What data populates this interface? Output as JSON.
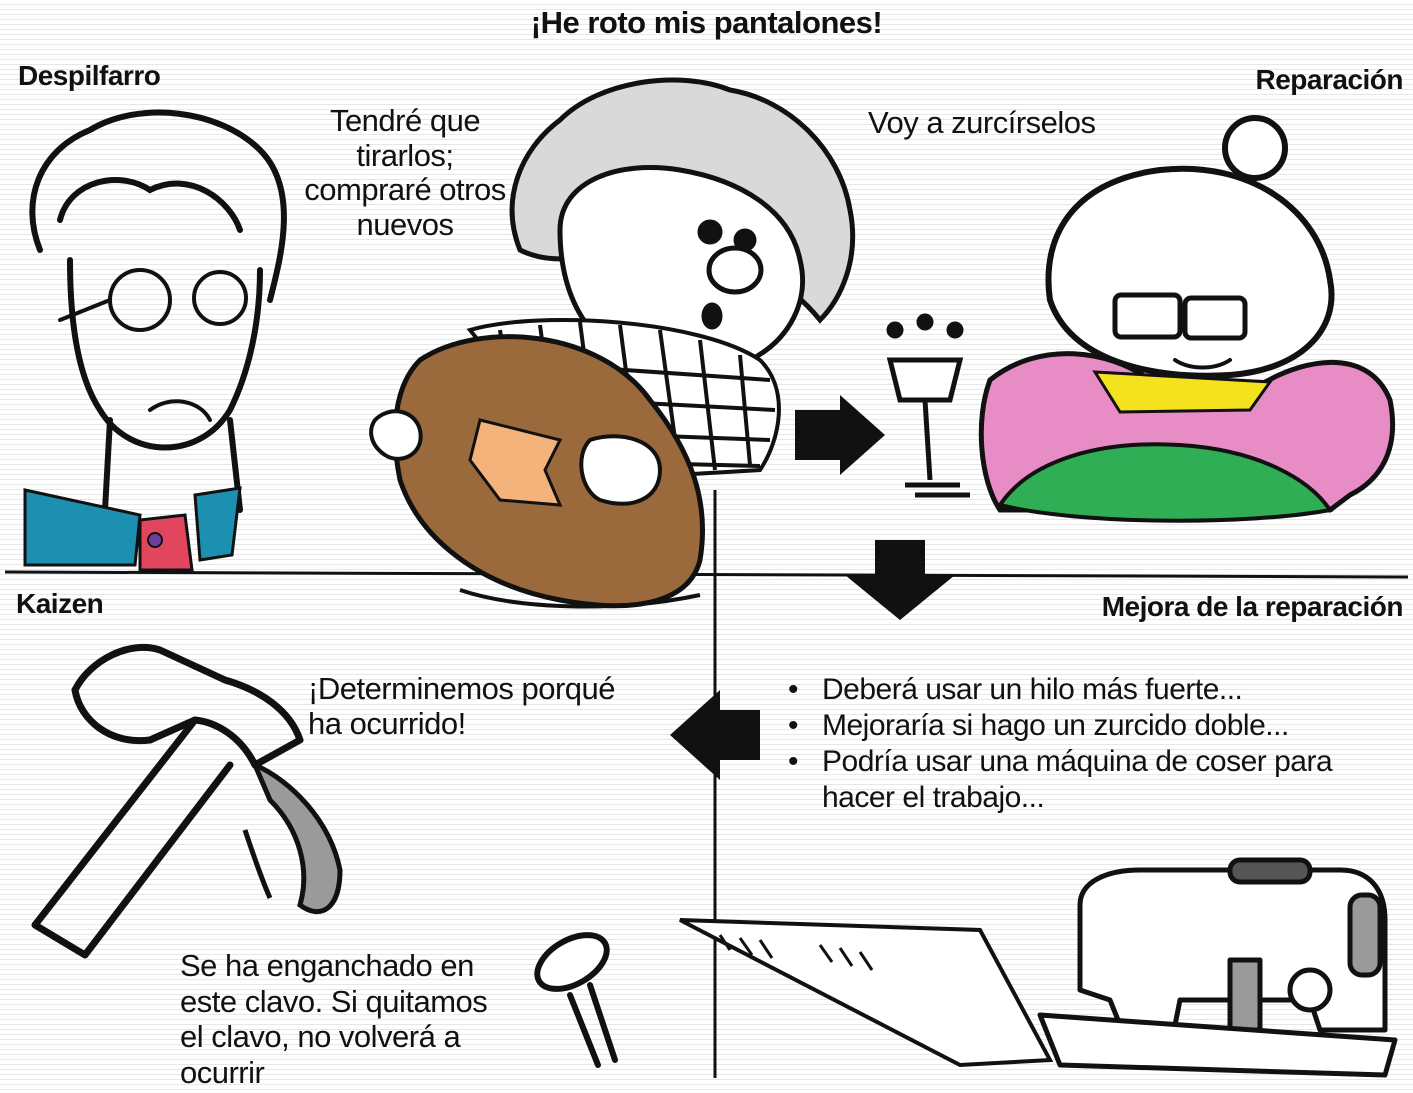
{
  "title": "¡He roto mis pantalones!",
  "quadrants": {
    "top_left": {
      "label": "Despilfarro",
      "speech": "Tendré que tirarlos; compraré otros nuevos"
    },
    "top_right": {
      "label": "Reparación",
      "speech": "Voy a zurcírselos"
    },
    "bottom_right": {
      "label": "Mejora de la reparación",
      "ideas": [
        "Deberá usar un hilo más fuerte...",
        "Mejoraría si hago un zurcido doble...",
        "Podría usar una máquina de coser para hacer el trabajo..."
      ]
    },
    "bottom_left": {
      "label": "Kaizen",
      "speech": "¡Determinemos porqué ha ocurrido!",
      "explanation": "Se ha enganchado en este clavo. Si quitamos el clavo, no volverá a ocurrir"
    }
  },
  "arrows": [
    "right",
    "down",
    "left"
  ],
  "colors": {
    "trousers": "#9a6a3c",
    "tear": "#f3b37a",
    "sweater": "#e88cc6",
    "fabric": "#2fae55",
    "collar": "#1d8fb0",
    "tie": "#e2455e",
    "bib": "#f5e21f",
    "metal": "#9a9a9a"
  }
}
